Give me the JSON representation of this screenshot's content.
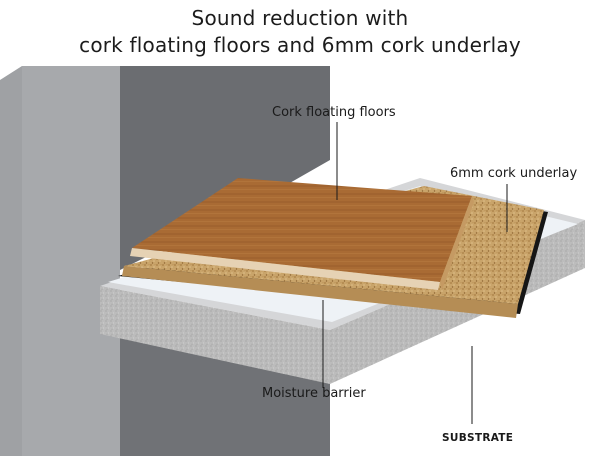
{
  "title": {
    "line1": "Sound reduction with",
    "line2": "cork floating floors and 6mm cork underlay"
  },
  "labels": {
    "floor": "Cork floating floors",
    "underlay": "6mm cork underlay",
    "barrier": "Moisture barrier",
    "substrate": "SUBSTRATE"
  },
  "colors": {
    "wall_front": "#9ea0a3",
    "wall_face": "#6a6c70",
    "concrete": "#bdbdbd",
    "barrier": "#eef2f6",
    "black_layer": "#161616",
    "underlay": "#c9a46a",
    "floor": "#a86a33"
  }
}
